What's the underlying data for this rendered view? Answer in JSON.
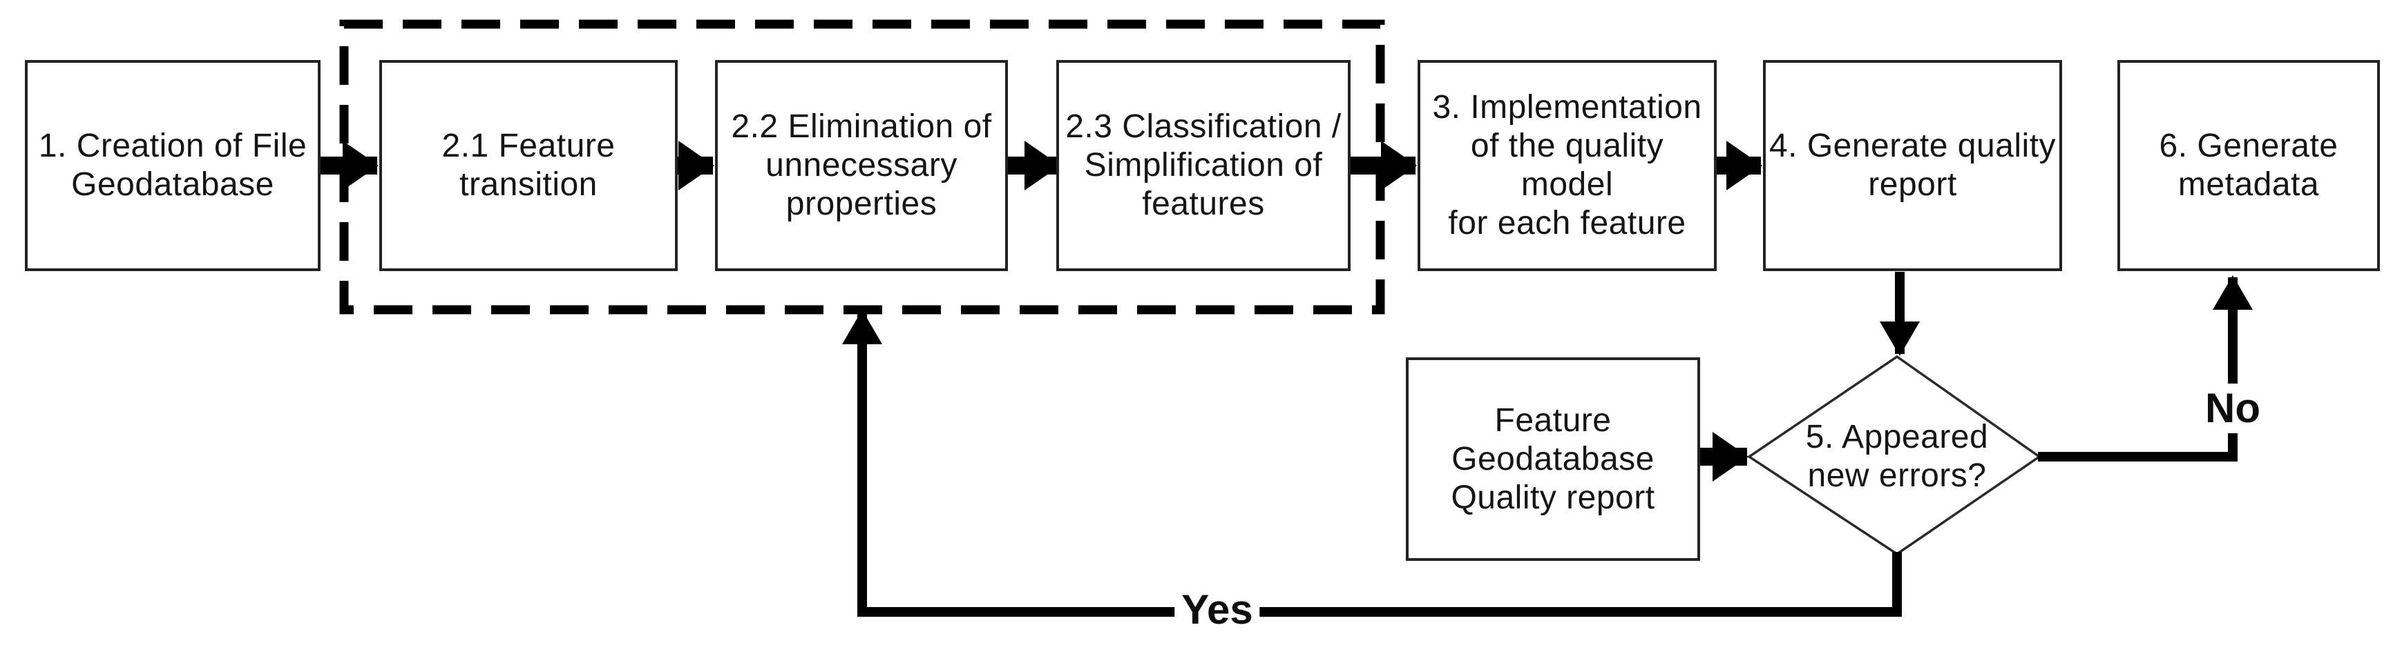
{
  "canvas": {
    "background": "#ffffff",
    "line_color": "#000000",
    "box_border_color": "#232323",
    "text_color": "#151515"
  },
  "boxes": [
    {
      "id": "1",
      "label": "1. Creation of File Geodatabase",
      "lines": [
        "1. Creation of File",
        "Geodatabase"
      ]
    },
    {
      "id": "2.1",
      "label": "2.1 Feature transition",
      "lines": [
        "2.1 Feature",
        "transition"
      ]
    },
    {
      "id": "2.2",
      "label": "2.2 Elimination of unnecessary properties",
      "lines": [
        "2.2 Elimination of",
        "unnecessary",
        "properties"
      ]
    },
    {
      "id": "2.3",
      "label": "2.3 Classification / Simplification of features",
      "lines": [
        "2.3 Classification /",
        "Simplification of",
        "features"
      ]
    },
    {
      "id": "3",
      "label": "3. Implementation of the quality model for each feature",
      "lines": [
        "3. Implementation",
        "of the quality model",
        "for each feature"
      ]
    },
    {
      "id": "4",
      "label": "4. Generate quality report",
      "lines": [
        "4. Generate quality",
        "report"
      ]
    },
    {
      "id": "6",
      "label": "6. Generate metadata",
      "lines": [
        "6. Generate",
        "metadata"
      ]
    }
  ],
  "data_box": {
    "label": "Feature Geodatabase Quality report",
    "lines": [
      "Feature",
      "Geodatabase",
      "Quality report"
    ]
  },
  "decision": {
    "id": "5",
    "label": "5. Appeared new errors?",
    "lines": [
      "5. Appeared",
      "new errors?"
    ]
  },
  "edge_labels": {
    "yes": "Yes",
    "no": "No"
  }
}
